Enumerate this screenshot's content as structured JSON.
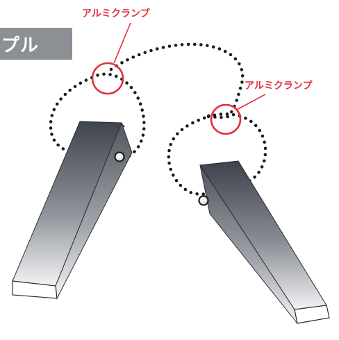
{
  "title": "プル",
  "labels": {
    "clamp_left": "アルミクランプ",
    "clamp_right": "アルミクランプ"
  },
  "colors": {
    "accent_red": "#e0313c",
    "title_band": "#8c8f94",
    "dots": "#1a1a1a",
    "bracket_dark": "#3f444c",
    "bracket_light": "#f3f3f4"
  },
  "icons": {
    "clamp_marker": "circle-outline-icon",
    "bolt": "bolt-icon"
  }
}
